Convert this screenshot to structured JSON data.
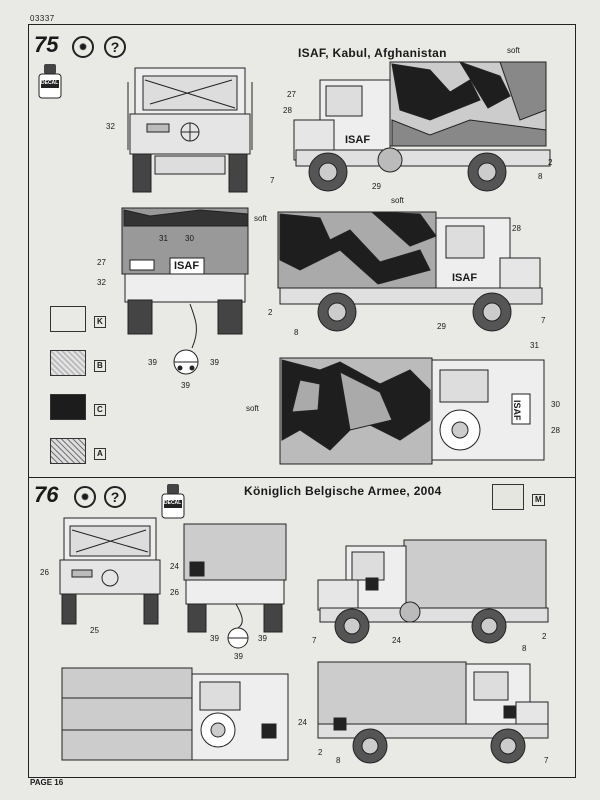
{
  "catalog_no": "03337",
  "page_label": "PAGE 16",
  "section75": {
    "number": "75",
    "question": "?",
    "decal": "DECAL",
    "title": "ISAF, Kabul, Afghanistan",
    "soft_label": "soft",
    "isaf_text": "ISAF",
    "callouts": [
      "32",
      "27",
      "28",
      "7",
      "29",
      "2",
      "8",
      "31",
      "30",
      "27",
      "32",
      "2",
      "8",
      "29",
      "7",
      "28",
      "39",
      "39",
      "39",
      "31",
      "30",
      "28"
    ],
    "swatches": [
      {
        "code": "K",
        "fill": "#ffffff"
      },
      {
        "code": "B",
        "fill": "#bdbdbd"
      },
      {
        "code": "C",
        "fill": "#1c1c1c"
      },
      {
        "code": "A",
        "fill": "#8a8a8a"
      }
    ]
  },
  "section76": {
    "number": "76",
    "question": "?",
    "decal": "DECAL",
    "title": "Königlich Belgische Armee, 2004",
    "swatch_code": "M",
    "swatch_fill": "#e6e6e0",
    "callouts": [
      "26",
      "25",
      "24",
      "26",
      "39",
      "39",
      "39",
      "7",
      "24",
      "8",
      "2",
      "24",
      "2",
      "8",
      "7"
    ]
  }
}
